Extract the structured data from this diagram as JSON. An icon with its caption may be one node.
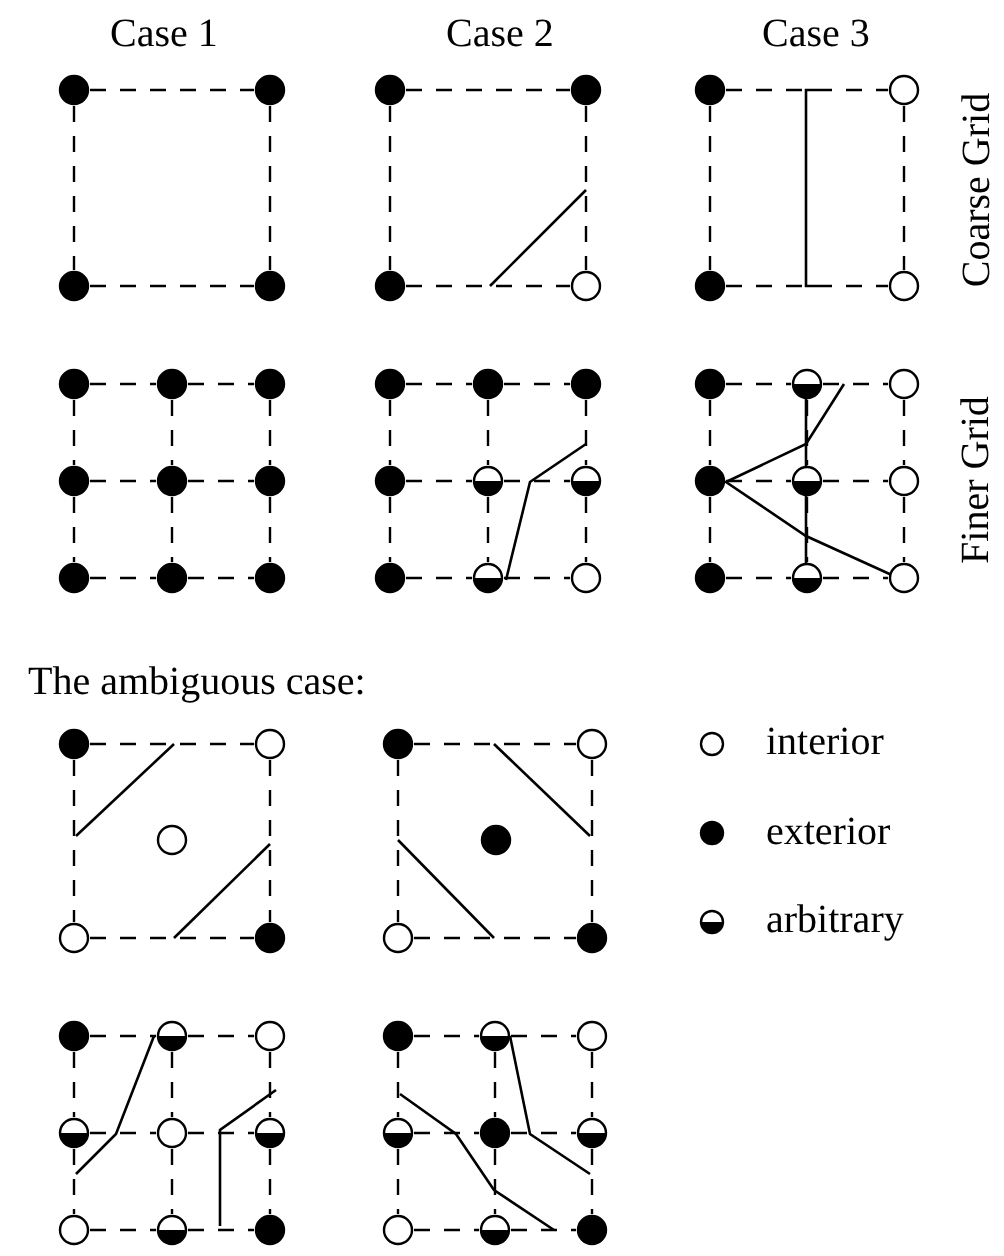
{
  "diagram": {
    "labels": [
      "Case 1",
      "Case 2",
      "Case 3",
      "Coarse Grid",
      "Finer Grid",
      "The ambiguous case:"
    ],
    "legend": [
      {
        "text": "interior"
      },
      {
        "text": "exterior"
      },
      {
        "text": "arbitrary"
      }
    ]
  }
}
